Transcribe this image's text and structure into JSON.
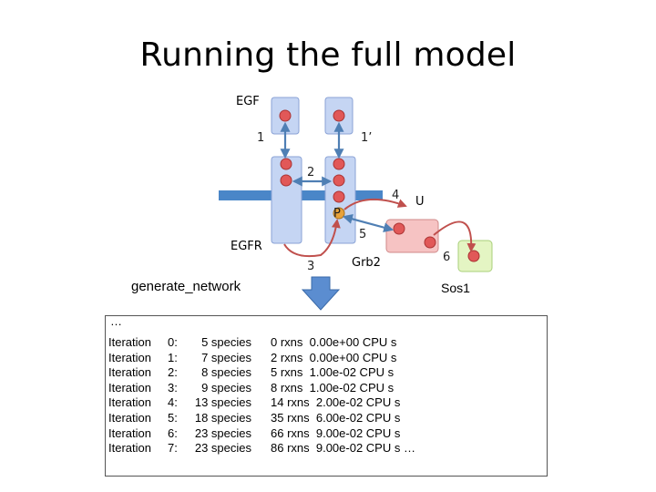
{
  "title": "Running the full model",
  "diagram": {
    "labels": {
      "egf": "EGF",
      "egfr": "EGFR",
      "grb2": "Grb2",
      "sos1": "Sos1",
      "p": "P",
      "u": "U",
      "step1": "1",
      "step1p": "1’",
      "step2": "2",
      "step3": "3",
      "step4": "4",
      "step5": "5",
      "step6": "6"
    },
    "colors": {
      "receptor_fill": "#c5d5f3",
      "receptor_stroke": "#8aa2d6",
      "membrane": "#4a86c8",
      "site": "#e15858",
      "phospho_site": "#e8a23a",
      "grb2_fill": "#f6c3c3",
      "sos1_fill": "#e4f5c3",
      "arrow_blue": "#4f7fb4",
      "arrow_red": "#c0504d"
    }
  },
  "action_label": "generate_network",
  "log": {
    "ellipsis": "…",
    "rows": [
      {
        "word": "Iteration",
        "idx": "0:",
        "species": "5 species",
        "rest": "0 rxns  0.00e+00 CPU s"
      },
      {
        "word": "Iteration",
        "idx": "1:",
        "species": "7 species",
        "rest": "2 rxns  0.00e+00 CPU s"
      },
      {
        "word": "Iteration",
        "idx": "2:",
        "species": "8 species",
        "rest": "5 rxns  1.00e-02 CPU s"
      },
      {
        "word": "Iteration",
        "idx": "3:",
        "species": "9 species",
        "rest": "8 rxns  1.00e-02 CPU s"
      },
      {
        "word": "Iteration",
        "idx": "4:",
        "species": "13 species",
        "rest": "14 rxns  2.00e-02 CPU s"
      },
      {
        "word": "Iteration",
        "idx": "5:",
        "species": "18 species",
        "rest": "35 rxns  6.00e-02 CPU s"
      },
      {
        "word": "Iteration",
        "idx": "6:",
        "species": "23 species",
        "rest": "66 rxns  9.00e-02 CPU s"
      },
      {
        "word": "Iteration",
        "idx": "7:",
        "species": "23 species",
        "rest": "86 rxns  9.00e-02 CPU s …"
      }
    ]
  }
}
